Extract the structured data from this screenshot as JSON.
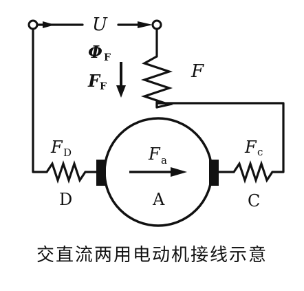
{
  "labels": {
    "voltage": "U",
    "flux_symbol": "Φ",
    "flux_sub": "F",
    "field_force_symbol": "F",
    "field_force_sub": "F",
    "field_winding": "F",
    "series_force_left_symbol": "F",
    "series_force_left_sub": "D",
    "series_force_right_symbol": "F",
    "series_force_right_sub": "c",
    "armature_force_symbol": "F",
    "armature_force_sub": "a",
    "armature": "A",
    "winding_left": "D",
    "winding_right": "C"
  },
  "caption": "交直流两用电动机接线示意"
}
